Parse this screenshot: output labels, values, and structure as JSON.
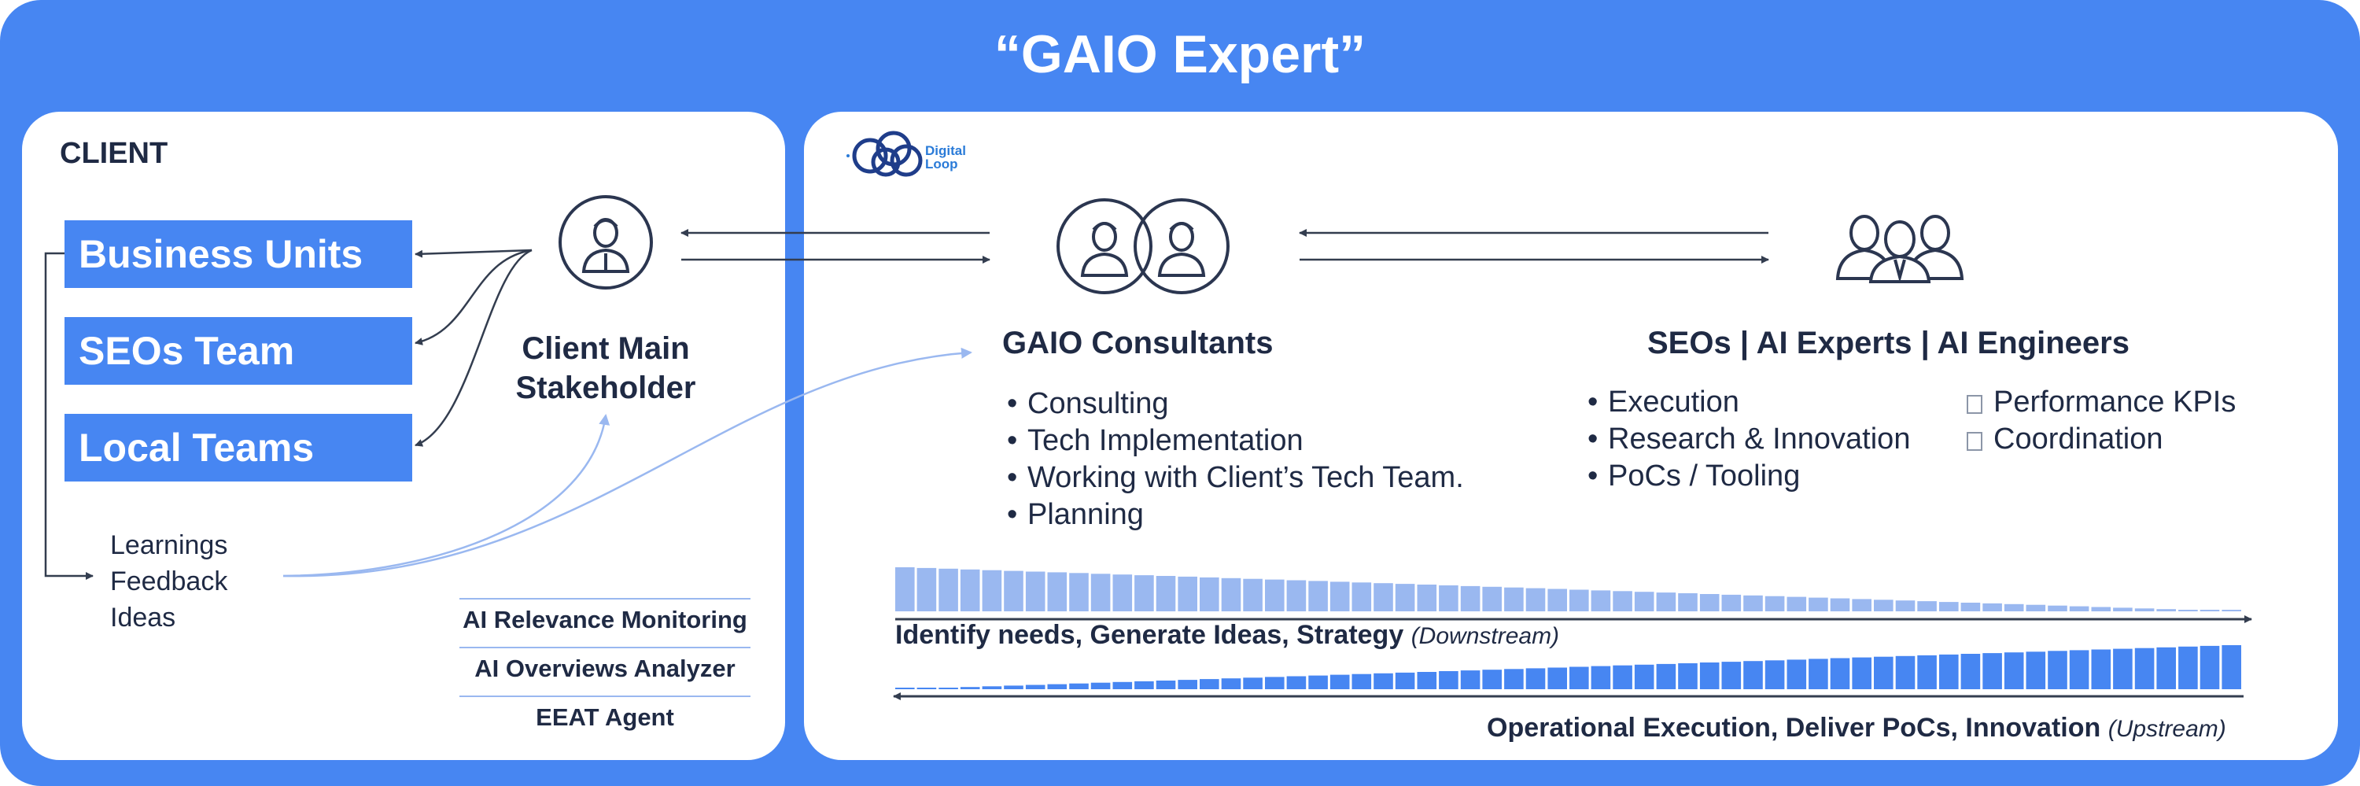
{
  "title": "“GAIO Expert”",
  "client": {
    "label": "CLIENT",
    "boxes": [
      "Business Units",
      "SEOs Team",
      "Local Teams"
    ],
    "feedback": [
      "Learnings",
      "Feedback",
      "Ideas"
    ],
    "stakeholder": [
      "Client Main",
      "Stakeholder"
    ],
    "tools": [
      "AI Relevance Monitoring",
      "AI Overviews Analyzer",
      "EEAT Agent"
    ]
  },
  "logo": {
    "line1": "Digital",
    "line2": "Loop"
  },
  "consultants": {
    "title": "GAIO Consultants",
    "items": [
      "Consulting",
      "Tech Implementation",
      "Working with Client’s Tech Team.",
      "Planning"
    ]
  },
  "experts": {
    "title": "SEOs | AI Experts | AI Engineers",
    "items_left": [
      "Execution",
      "Research & Innovation",
      "PoCs / Tooling"
    ],
    "items_right": [
      "Performance KPIs",
      "Coordination"
    ]
  },
  "downstream": {
    "text": "Identify needs, Generate Ideas, Strategy",
    "tag": "(Downstream)"
  },
  "upstream": {
    "text": "Operational Execution, Deliver PoCs, Innovation",
    "tag": "(Upstream)"
  },
  "colors": {
    "accent": "#4786f2",
    "ink": "#1f2a44",
    "light_blue": "#9ab8f0"
  },
  "icons": [
    "person-icon",
    "two-people-icon",
    "team-icon",
    "digital-loop-logo"
  ]
}
